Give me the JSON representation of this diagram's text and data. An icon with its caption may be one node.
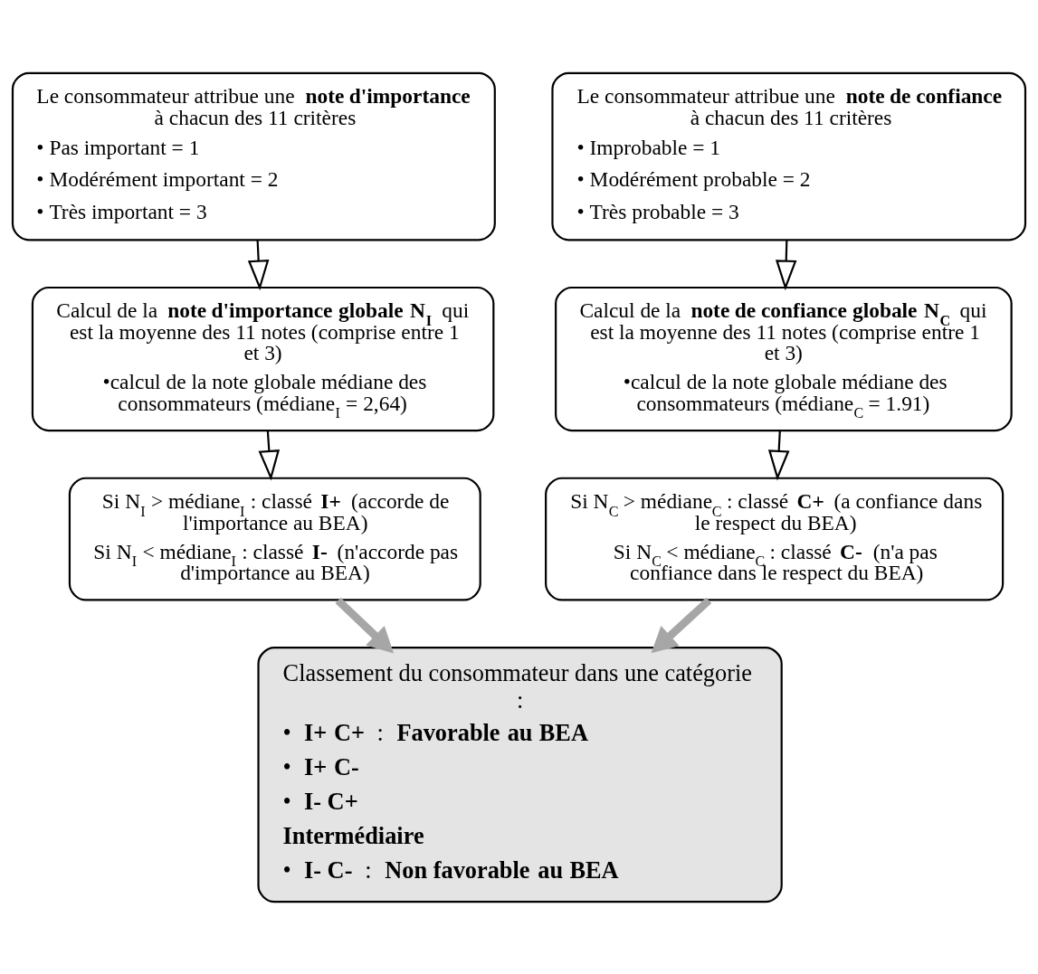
{
  "diagram": {
    "nodes": [
      {
        "text": [
          "Le consommateur attribue une **note d'importance** à chacun des 11 critères",
          "• Pas important = 1",
          "• Modérément important = 2",
          "• Très important = 3"
        ]
      },
      {
        "text": [
          "Le consommateur attribue une **note de confiance** à chacun des 11 critères",
          "• Improbable = 1",
          "• Modérément probable = 2",
          "• Très probable = 3"
        ]
      },
      {
        "text": [
          "Calcul de la **note d'importance globale N$_{I}$** qui est la moyenne des 11 notes (comprise entre 1 et 3)",
          "•calcul de la note globale médiane des consommateurs (médiane$_{I}$ = 2,64)"
        ]
      },
      {
        "text": [
          "Calcul de la **note de confiance globale N$_{C}$** qui est la moyenne des 11 notes (comprise entre 1 et 3)",
          "•calcul de la note globale médiane des consommateurs (médiane$_{C}$ = 1.91)"
        ]
      },
      {
        "text": [
          "Si N$_{I}$ > médiane$_{I}$ : classé **I+** (accorde de l'importance au BEA)",
          "Si N$_{I}$ < médiane$_{I}$ : classé **I-** (n'accorde pas d'importance au BEA)"
        ]
      },
      {
        "text": [
          "Si N$_{C}$ > médiane$_{C}$ : classé **C+** (a confiance dans le respect du BEA)",
          "Si N$_{C}$ < médiane$_{C}$ : classé **C-** (n'a pas confiance dans le respect du BEA)"
        ]
      },
      {
        "text": [
          "Classement du consommateur dans une catégorie :",
          "• **I+ C+** : **Favorable au BEA**",
          "• **I+ C-**",
          "• **I- C+**",
          "**Intermédiaire**",
          "• **I- C-** : **Non favorable au BEA**"
        ]
      }
    ],
    "edges": [
      {
        "from": 0,
        "to": 2,
        "arrow": "to"
      },
      {
        "from": 1,
        "to": 3,
        "arrow": "to"
      },
      {
        "from": 2,
        "to": 4,
        "arrow": "to"
      },
      {
        "from": 3,
        "to": 5,
        "arrow": "to"
      },
      {
        "from": 4,
        "to": 6,
        "arrow": "to",
        "style": "thick",
        "color": "#a6a6a6"
      },
      {
        "from": 5,
        "to": 6,
        "arrow": "to",
        "style": "thick",
        "color": "#a6a6a6"
      }
    ]
  }
}
